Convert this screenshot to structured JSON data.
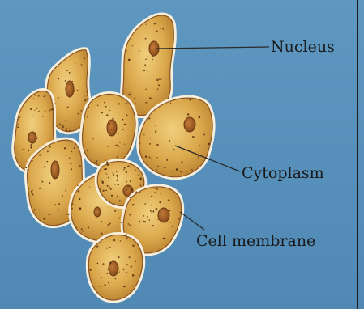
{
  "labels": {
    "nucleus": "Nucleus",
    "cytoplasm": "Cytoplasm",
    "cell_membrane": "Cell membrane"
  },
  "colors": {
    "background": "#5a93bd",
    "cell_fill": "#d9a74a",
    "cell_fill_light": "#ecc973",
    "membrane": "#f4ead2",
    "cell_edge": "#7a4b1c",
    "nucleus": "#a8642a",
    "leader_line": "#2a2a2a",
    "frame": "#1c1c1c"
  }
}
